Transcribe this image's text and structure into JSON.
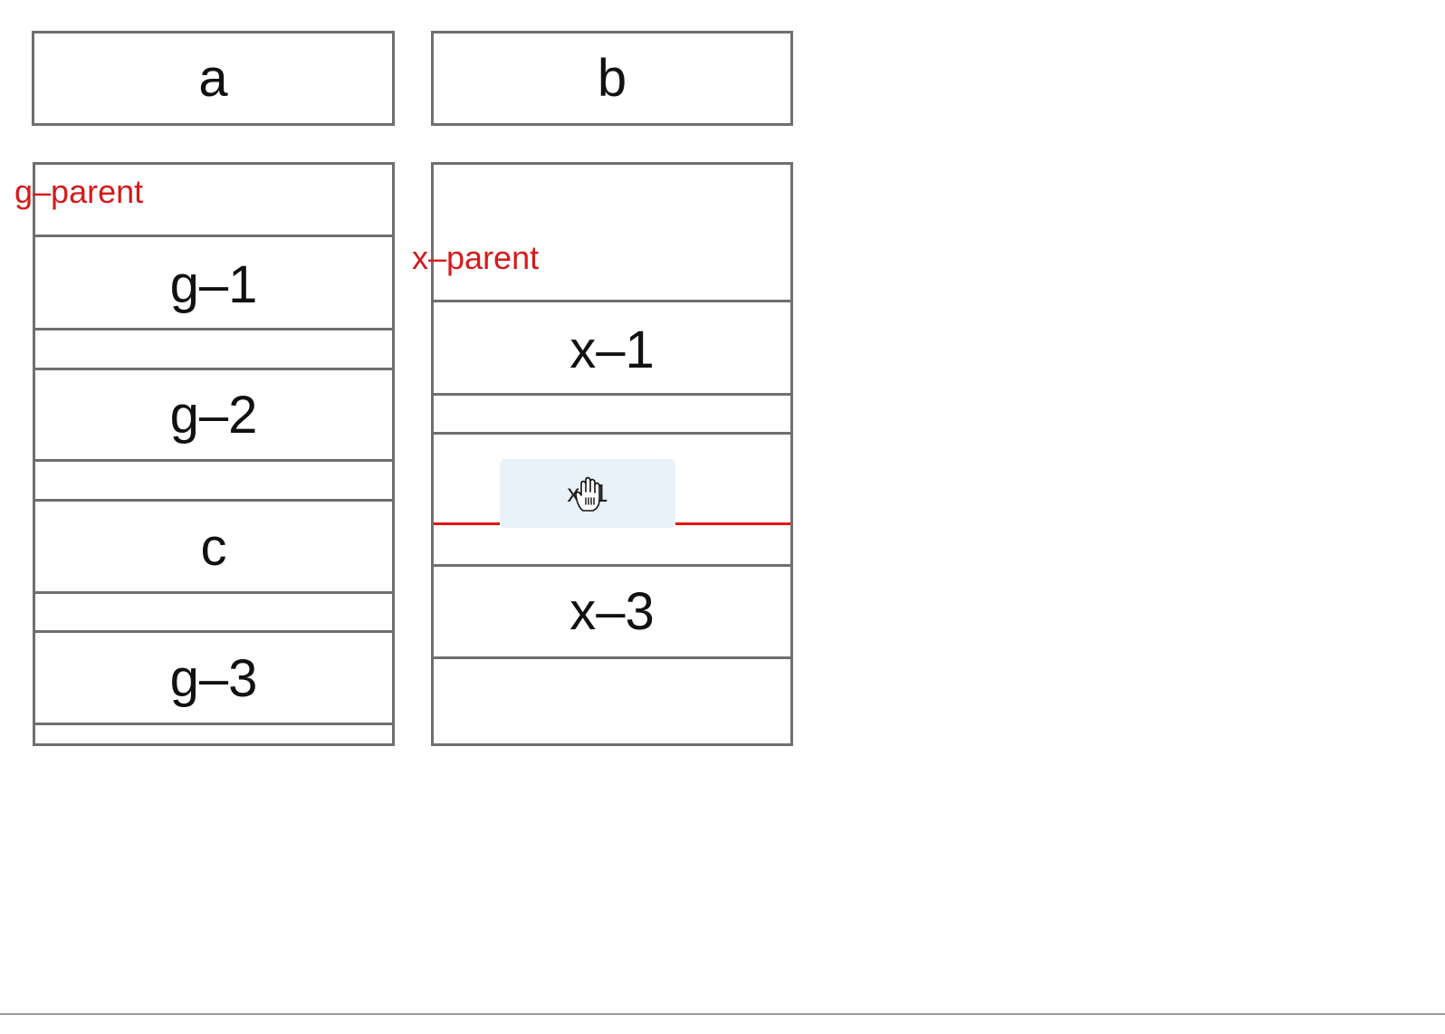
{
  "headers": {
    "a_label": "a",
    "b_label": "b"
  },
  "list_a": {
    "parent_label": "g–parent",
    "items": [
      {
        "label": "g–1"
      },
      {
        "label": "g–2"
      },
      {
        "label": "c"
      },
      {
        "label": "g–3"
      }
    ]
  },
  "list_b": {
    "parent_label": "x–parent",
    "items": [
      {
        "label": "x–1"
      },
      {
        "label": "x–3"
      }
    ]
  },
  "drag_ghost": {
    "label": "x–1"
  },
  "colors": {
    "border": "#6f6f6f",
    "parent_label": "#d61a1a",
    "drop_indicator": "#e61414",
    "ghost_background": "#e9f2f8"
  },
  "icons": {
    "cursor": "grab-hand-icon"
  }
}
